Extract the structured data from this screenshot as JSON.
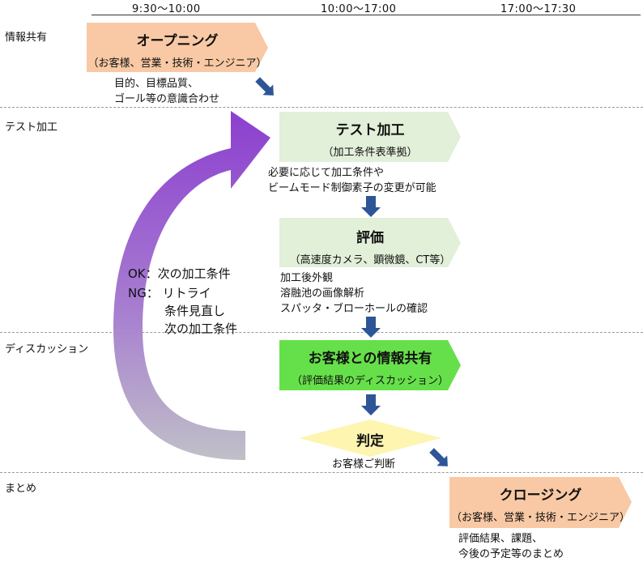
{
  "header": {
    "time1": "9:30〜10:00",
    "time2": "10:00〜17:00",
    "time3": "17:00〜17:30"
  },
  "lanes": {
    "info": "情報共有",
    "test": "テスト加工",
    "discussion": "ディスカッション",
    "summary": "まとめ"
  },
  "steps": {
    "opening": {
      "title": "オープニング",
      "sub": "（お客様、営業・技術・エンジニア）",
      "color": "#f8c9a4"
    },
    "test": {
      "title": "テスト加工",
      "sub": "（加工条件表準拠）",
      "color": "#e2efd9"
    },
    "eval": {
      "title": "評価",
      "sub": "（高速度カメラ、顕微鏡、CT等）",
      "color": "#e2efd9"
    },
    "share": {
      "title": "お客様との情報共有",
      "sub": "（評価結果のディスカッション）",
      "color": "#66e04a"
    },
    "judge": {
      "title": "判定",
      "color": "#fdf5b0"
    },
    "closing": {
      "title": "クロージング",
      "sub": "（お客様、営業・技術・エンジニア）",
      "color": "#f8c9a4"
    }
  },
  "notes": {
    "opening": [
      "目的、目標品質、",
      "ゴール等の意識合わせ"
    ],
    "test": [
      "必要に応じて加工条件や",
      "ビームモード制御素子の変更が可能"
    ],
    "eval": [
      "加工後外観",
      "溶融池の画像解析",
      "スパッタ・ブローホールの確認"
    ],
    "judge": "お客様ご判断",
    "closing": [
      "評価結果、課題、",
      "今後の予定等のまとめ"
    ]
  },
  "loop": {
    "ok": "OK：次の加工条件",
    "ng1": "NG： リトライ",
    "ng2": "条件見直し",
    "ng3": "次の加工条件"
  },
  "colors": {
    "arrow_blue": "#2e5597",
    "loop_top": "#8c3fcf",
    "loop_bottom": "#c0c0c8"
  }
}
